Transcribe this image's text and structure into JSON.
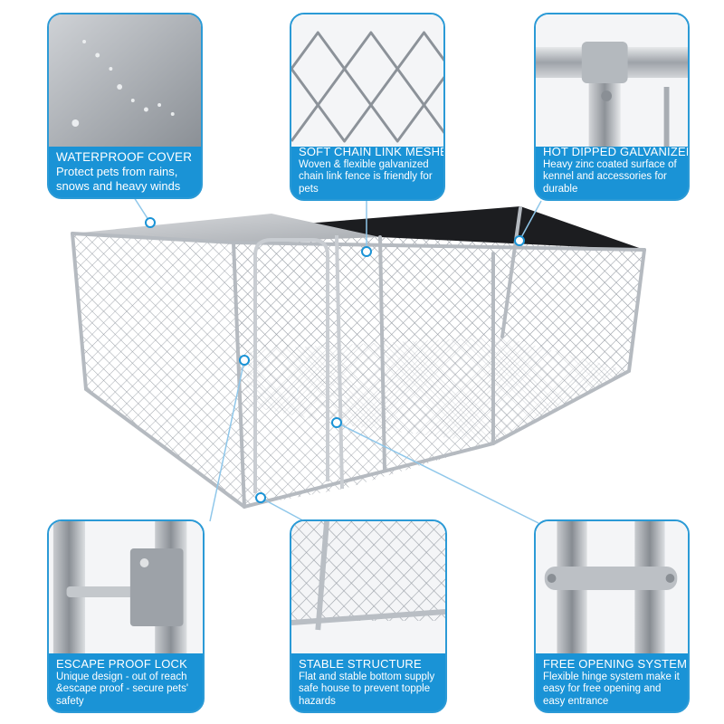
{
  "features": {
    "waterproof": {
      "title": "WATERPROOF COVER",
      "desc": "Protect pets from rains, snows and heavy winds"
    },
    "chain_link": {
      "title": "SOFT CHAIN LINK MESHES",
      "desc": "Woven & flexible galvanized chain link fence is friendly for pets"
    },
    "galvanized": {
      "title": "HOT DIPPED GALVANIZED",
      "desc": "Heavy zinc coated surface of kennel and accessories for durable"
    },
    "lock": {
      "title": "ESCAPE PROOF LOCK",
      "desc": "Unique design - out of reach &escape proof - secure pets' safety"
    },
    "structure": {
      "title": "STABLE STRUCTURE",
      "desc": "Flat and stable bottom supply safe house to prevent topple hazards"
    },
    "hinge": {
      "title": "FREE OPENING SYSTEM",
      "desc": "Flexible hinge system make it easy for free opening and easy entrance"
    }
  },
  "colors": {
    "accent": "#1a93d6",
    "border": "#2b9ad6",
    "metal": "#b9bec4",
    "cover": "#1c1d20"
  }
}
